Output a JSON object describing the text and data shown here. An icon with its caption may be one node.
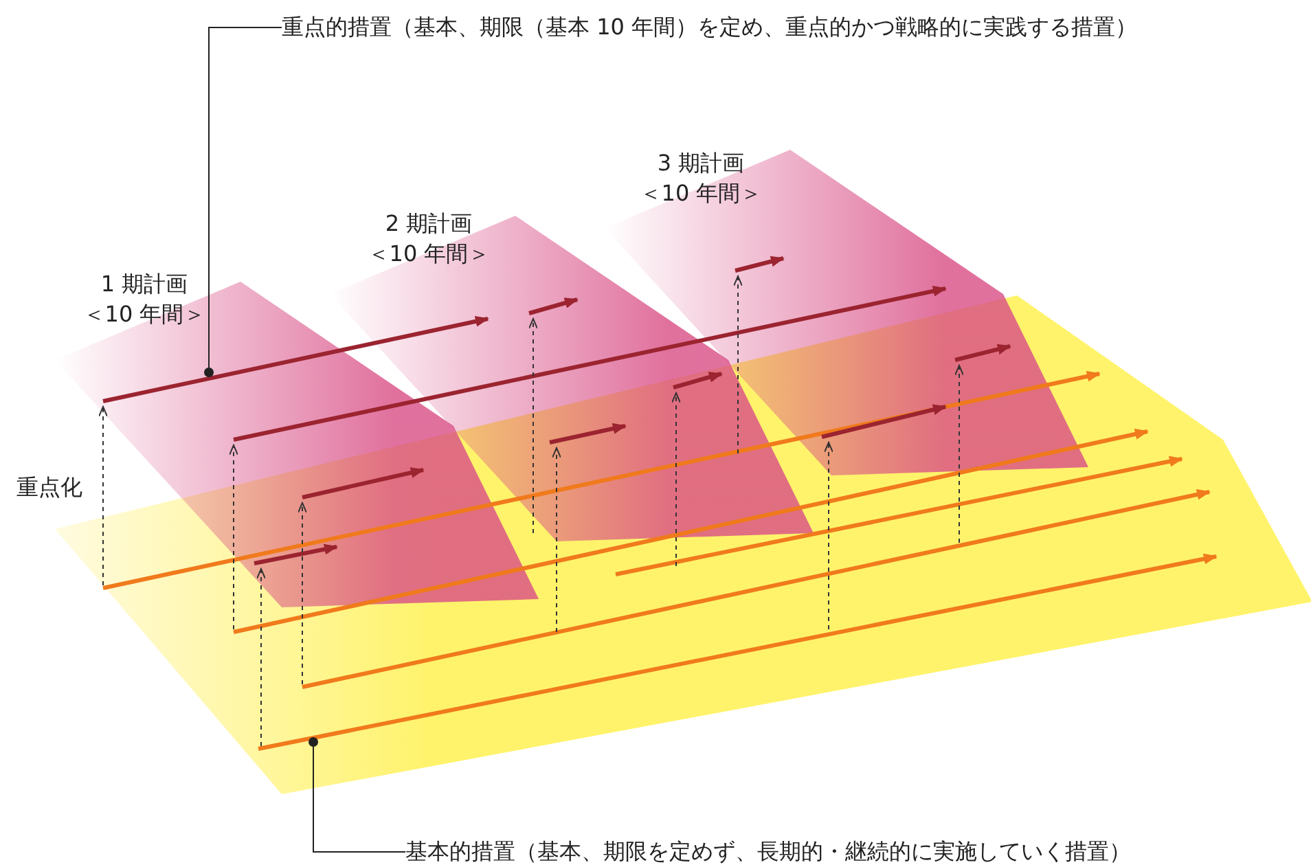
{
  "diagram": {
    "nodes": [
      {
        "text": [
          "重点的措置（基本、期限（基本 10 年間）を定め、重点的かつ戦略的に実践する措置）"
        ]
      },
      {
        "text": [
          "基本的措置（基本、期限を定めず、長期的・継続的に実施していく措置）"
        ]
      }
    ],
    "edges": [
      {
        "from": 0,
        "to": null,
        "arrow": "other"
      },
      {
        "from": 1,
        "to": null,
        "arrow": "other"
      }
    ],
    "labels": [
      "1 期計画",
      "＜10 年間＞",
      "2 期計画",
      "＜10 年間＞",
      "3 期計画",
      "＜10 年間＞",
      "重点化"
    ]
  }
}
